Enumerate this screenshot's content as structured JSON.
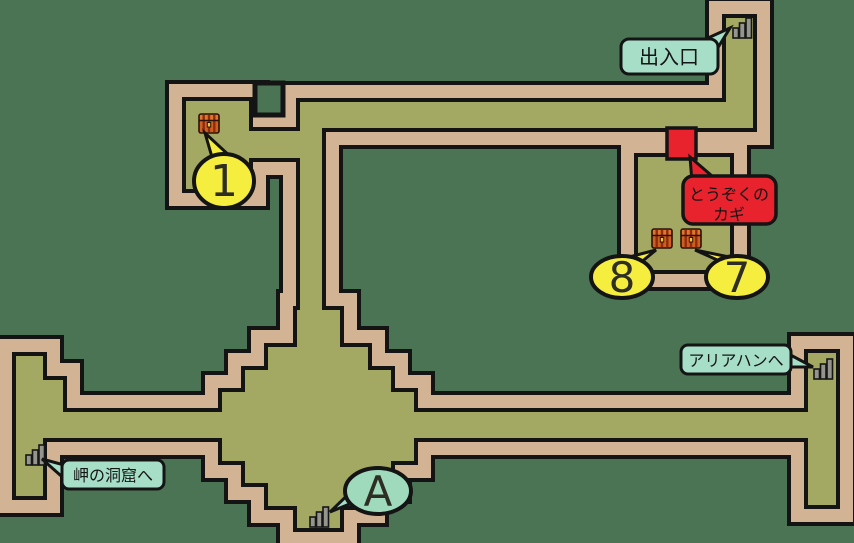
{
  "colors": {
    "background": "#4b7455",
    "wall": "#d2b494",
    "floor": "#a3a863",
    "outline": "#141414",
    "label_green": "#a7dec8",
    "label_red": "#e8232e",
    "bubble_yellow": "#f5ee3e",
    "bubble_green": "#9fdabd",
    "door_red": "#e8232e",
    "stairs_gray": "#95958d",
    "chest_orange": "#cf5f1f"
  },
  "labels": {
    "entrance": "出入口",
    "thief_key_line1": "とうぞくの",
    "thief_key_line2": "カギ",
    "to_aliahan": "アリアハンへ",
    "to_cape_cave": "岬の洞窟へ"
  },
  "markers": {
    "chest_1": "1",
    "chest_7": "7",
    "chest_8": "8",
    "stairs_a": "A"
  }
}
